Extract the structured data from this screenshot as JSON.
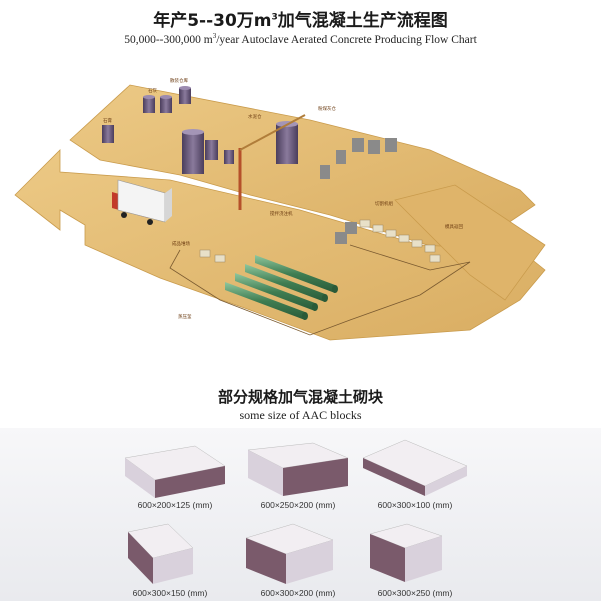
{
  "header": {
    "title_cn_prefix": "年产5--30万m",
    "title_cn_sup": "3",
    "title_cn_suffix": "加气混凝土生产流程图",
    "title_en_prefix": "50,000--300,000 m",
    "title_en_sup": "3",
    "title_en_suffix": "/year Autoclave Aerated Concrete Producing Flow Chart"
  },
  "blocks_section": {
    "title_cn": "部分规格加气混凝土砌块",
    "title_en": "some size of AAC blocks",
    "sizes": [
      "600×200×125 (mm)",
      "600×250×200 (mm)",
      "600×300×100 (mm)",
      "600×300×150 (mm)",
      "600×300×200 (mm)",
      "600×300×250 (mm)"
    ]
  },
  "colors": {
    "floor": "#e7c27a",
    "floor_edge": "#c99b4c",
    "silo": "#6b5a7a",
    "kiln_pipe": "#4f8a63",
    "block_top": "#efe9ef",
    "block_side": "#7a5a6b"
  }
}
